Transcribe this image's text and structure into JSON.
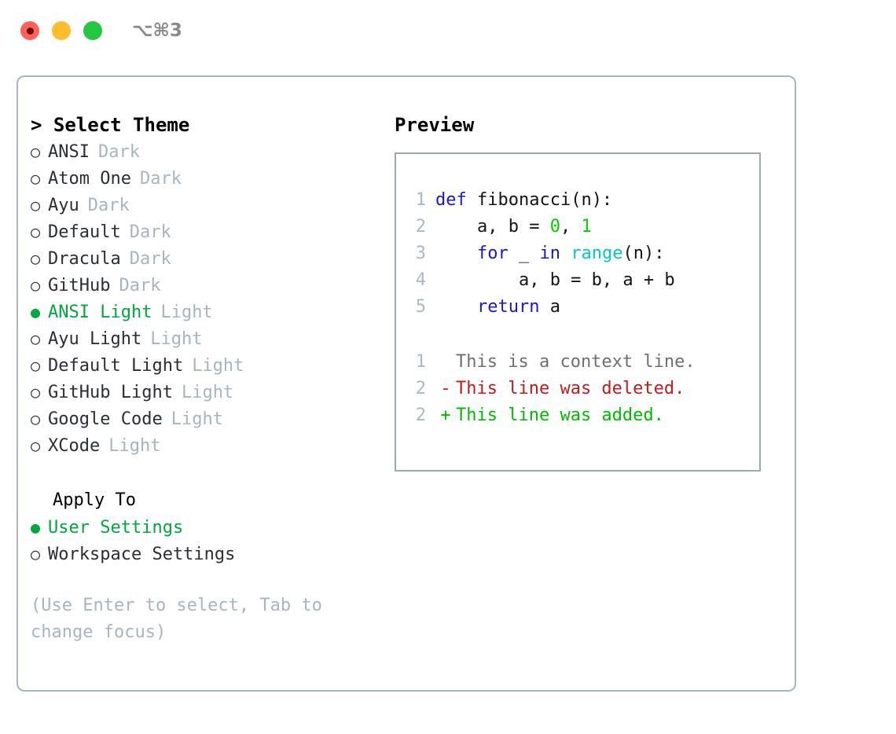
{
  "window": {
    "shortcut_label": "⌥⌘3",
    "traffic_lights": [
      "close",
      "minimize",
      "maximize"
    ]
  },
  "theme_picker": {
    "caret": ">",
    "title": "Select Theme",
    "selected_bullet": "●",
    "unselected_bullet": "○",
    "items": [
      {
        "bullet": "○",
        "name": "ANSI",
        "badge": "Dark",
        "selected": false
      },
      {
        "bullet": "○",
        "name": "Atom One",
        "badge": "Dark",
        "selected": false
      },
      {
        "bullet": "○",
        "name": "Ayu",
        "badge": "Dark",
        "selected": false
      },
      {
        "bullet": "○",
        "name": "Default",
        "badge": "Dark",
        "selected": false
      },
      {
        "bullet": "○",
        "name": "Dracula",
        "badge": "Dark",
        "selected": false
      },
      {
        "bullet": "○",
        "name": "GitHub",
        "badge": "Dark",
        "selected": false
      },
      {
        "bullet": "●",
        "name": "ANSI Light",
        "badge": "Light",
        "selected": true
      },
      {
        "bullet": "○",
        "name": "Ayu Light",
        "badge": "Light",
        "selected": false
      },
      {
        "bullet": "○",
        "name": "Default Light",
        "badge": "Light",
        "selected": false
      },
      {
        "bullet": "○",
        "name": "GitHub Light",
        "badge": "Light",
        "selected": false
      },
      {
        "bullet": "○",
        "name": "Google Code",
        "badge": "Light",
        "selected": false
      },
      {
        "bullet": "○",
        "name": "XCode",
        "badge": "Light",
        "selected": false
      }
    ]
  },
  "apply_to": {
    "heading": "Apply To",
    "items": [
      {
        "bullet": "●",
        "name": "User Settings",
        "selected": true
      },
      {
        "bullet": "○",
        "name": "Workspace Settings",
        "selected": false
      }
    ]
  },
  "hint": {
    "text": "(Use Enter to select, Tab to change focus)"
  },
  "preview": {
    "heading": "Preview",
    "code_lines": [
      {
        "number": "1",
        "tokens": [
          {
            "text": "def",
            "kind": "kw"
          },
          {
            "text": " fibonacci(n):",
            "kind": "plain"
          }
        ]
      },
      {
        "number": "2",
        "tokens": [
          {
            "text": "    a, b = ",
            "kind": "plain"
          },
          {
            "text": "0",
            "kind": "num"
          },
          {
            "text": ", ",
            "kind": "plain"
          },
          {
            "text": "1",
            "kind": "num"
          }
        ]
      },
      {
        "number": "3",
        "tokens": [
          {
            "text": "    ",
            "kind": "plain"
          },
          {
            "text": "for",
            "kind": "kw"
          },
          {
            "text": " _ ",
            "kind": "plain"
          },
          {
            "text": "in",
            "kind": "kw"
          },
          {
            "text": " ",
            "kind": "plain"
          },
          {
            "text": "range",
            "kind": "fn"
          },
          {
            "text": "(n):",
            "kind": "plain"
          }
        ]
      },
      {
        "number": "4",
        "tokens": [
          {
            "text": "        a, b = b, a + b",
            "kind": "plain"
          }
        ]
      },
      {
        "number": "5",
        "tokens": [
          {
            "text": "    ",
            "kind": "plain"
          },
          {
            "text": "return",
            "kind": "kw"
          },
          {
            "text": " a",
            "kind": "plain"
          }
        ]
      }
    ],
    "diff_lines": [
      {
        "number": "1",
        "sign": " ",
        "text": "This is a context line.",
        "kind": "context"
      },
      {
        "number": "2",
        "sign": "-",
        "text": "This line was deleted.",
        "kind": "del"
      },
      {
        "number": "2",
        "sign": "+",
        "text": "This line was added.",
        "kind": "add"
      }
    ]
  },
  "colors": {
    "accent_green": "#00a83c",
    "muted": "#a9b4c2",
    "text": "#2a2e35",
    "keyword_blue": "#1818cc",
    "function_cyan": "#00c8c8",
    "number_green": "#00cc00",
    "diff_delete_red": "#c41a1a",
    "diff_add_green": "#00bb00",
    "border": "#aab4c0"
  }
}
